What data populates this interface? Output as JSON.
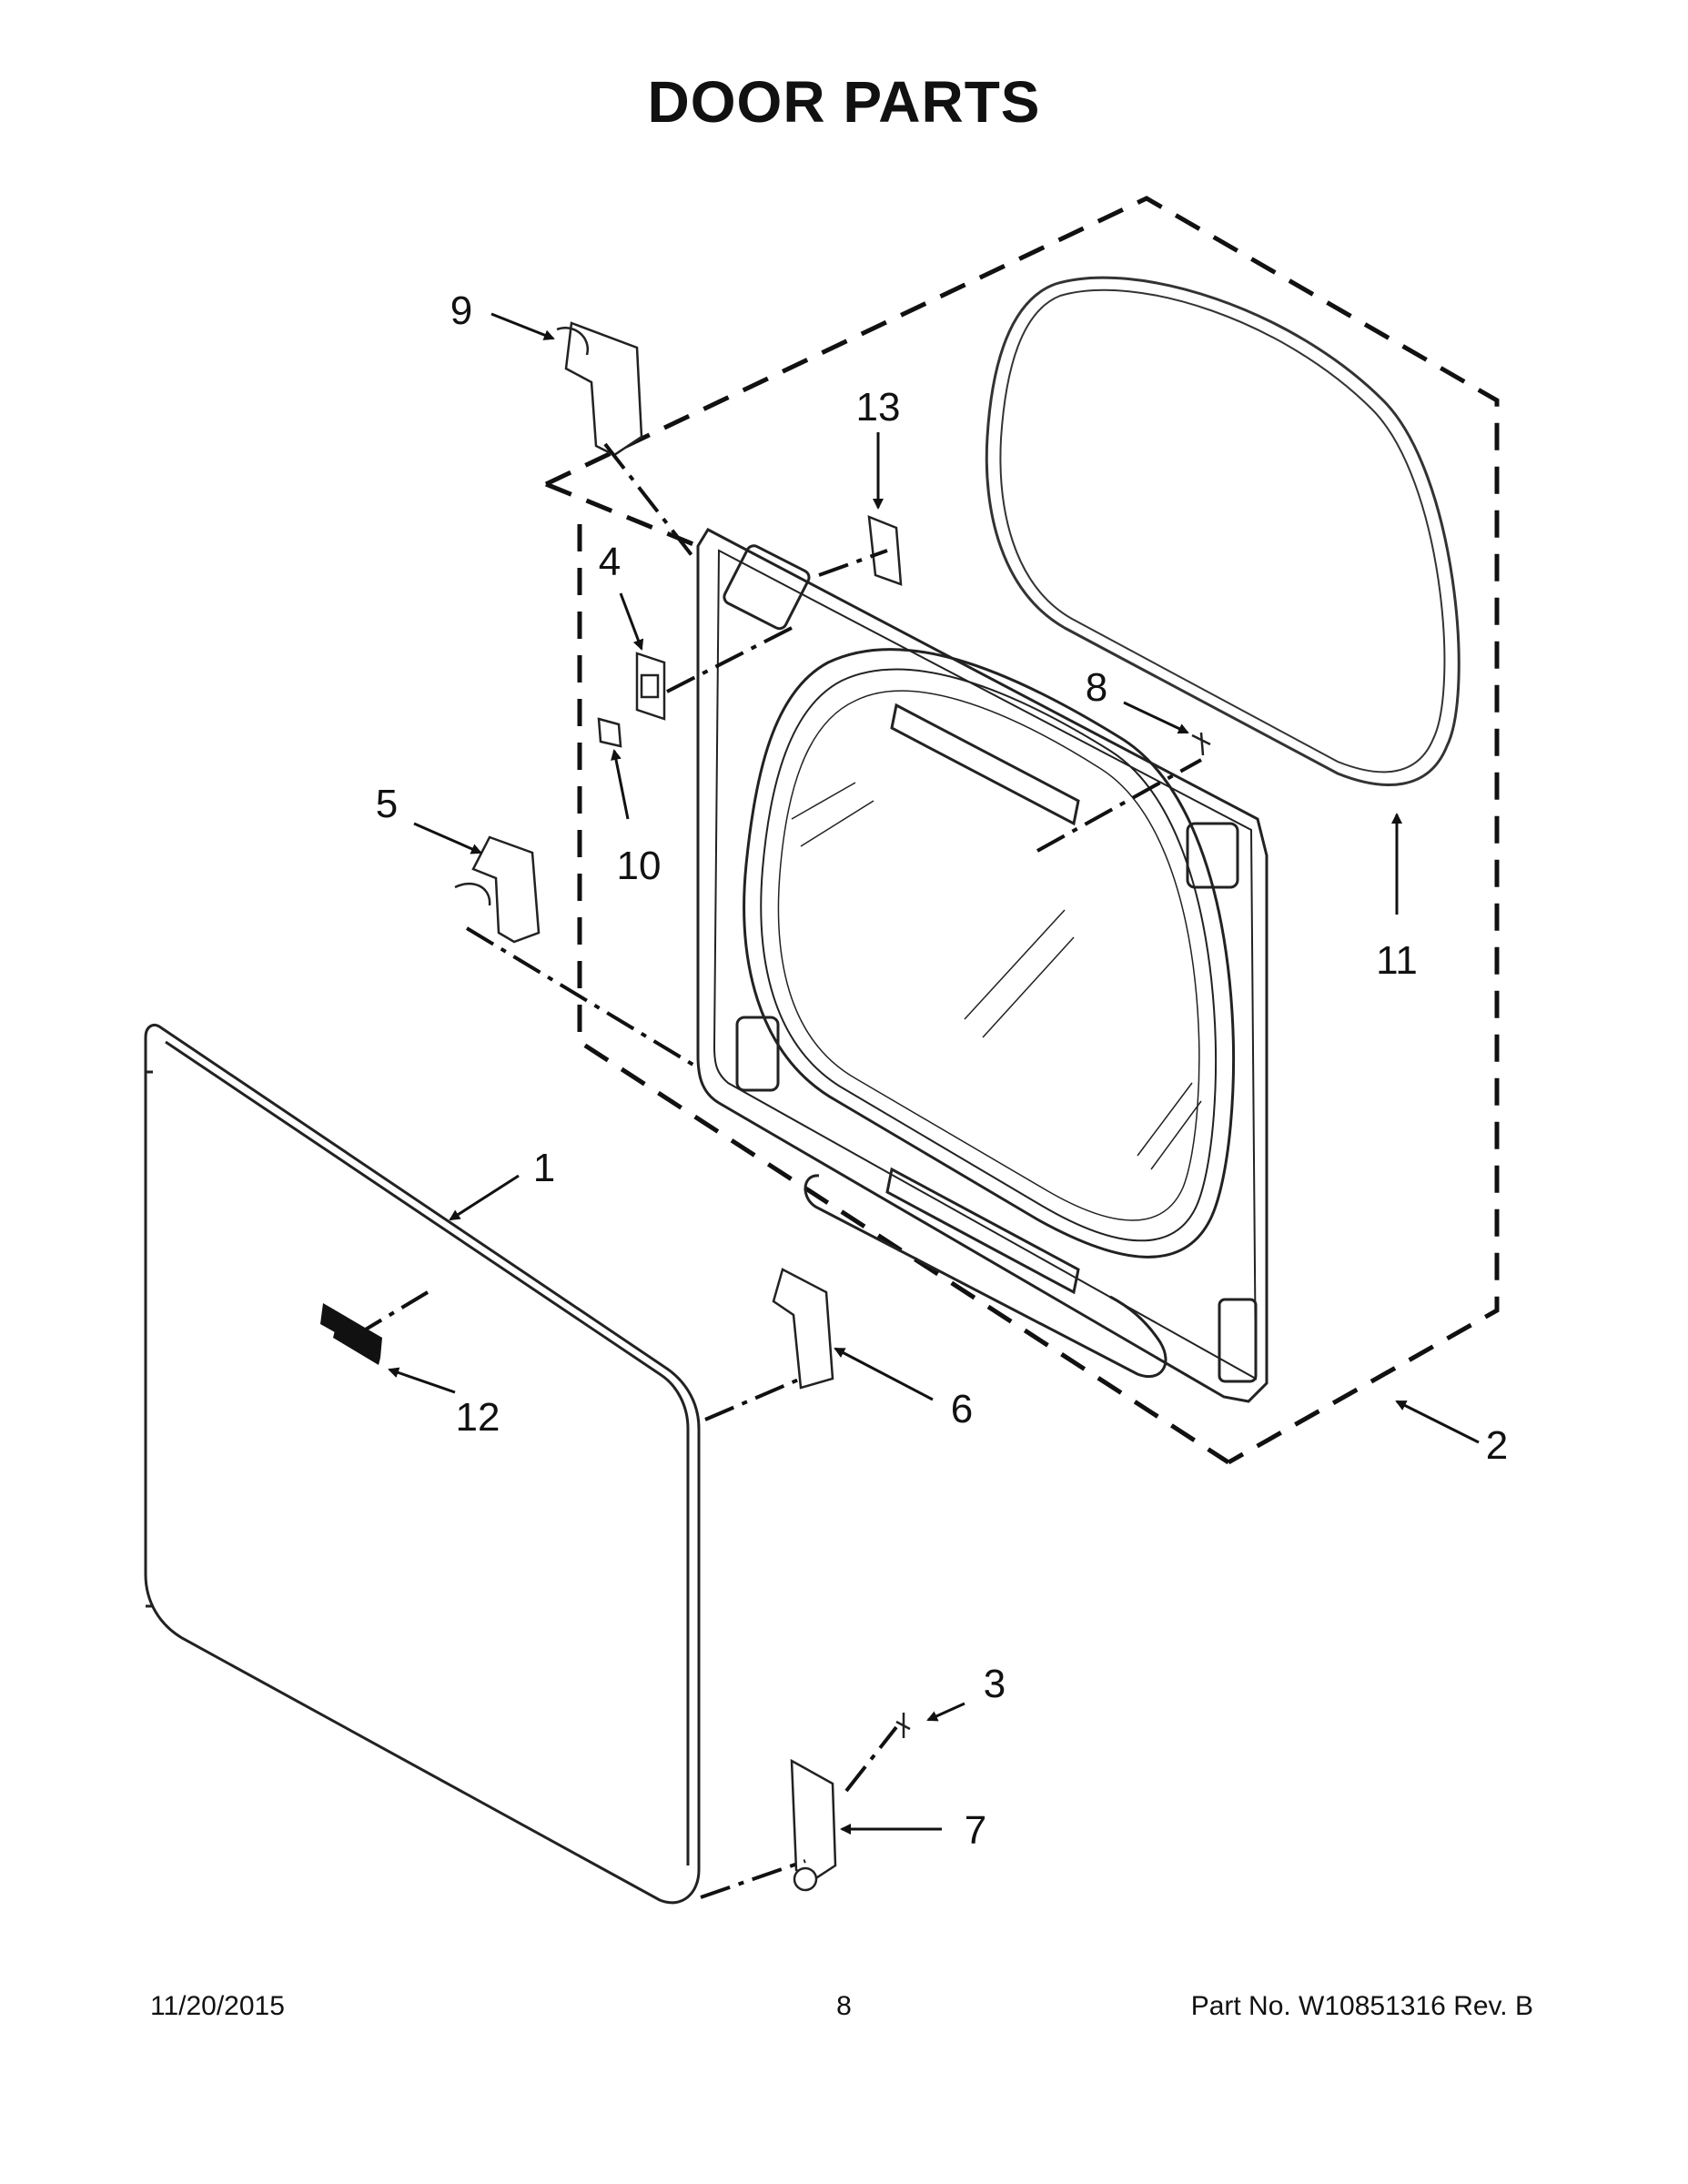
{
  "title": "DOOR PARTS",
  "callouts": {
    "c1": "1",
    "c2": "2",
    "c3": "3",
    "c4": "4",
    "c5": "5",
    "c6": "6",
    "c7": "7",
    "c8": "8",
    "c9": "9",
    "c10": "10",
    "c11": "11",
    "c12": "12",
    "c13": "13"
  },
  "footer": {
    "date": "11/20/2015",
    "page": "8",
    "part": "Part No.  W10851316  Rev.  B"
  }
}
